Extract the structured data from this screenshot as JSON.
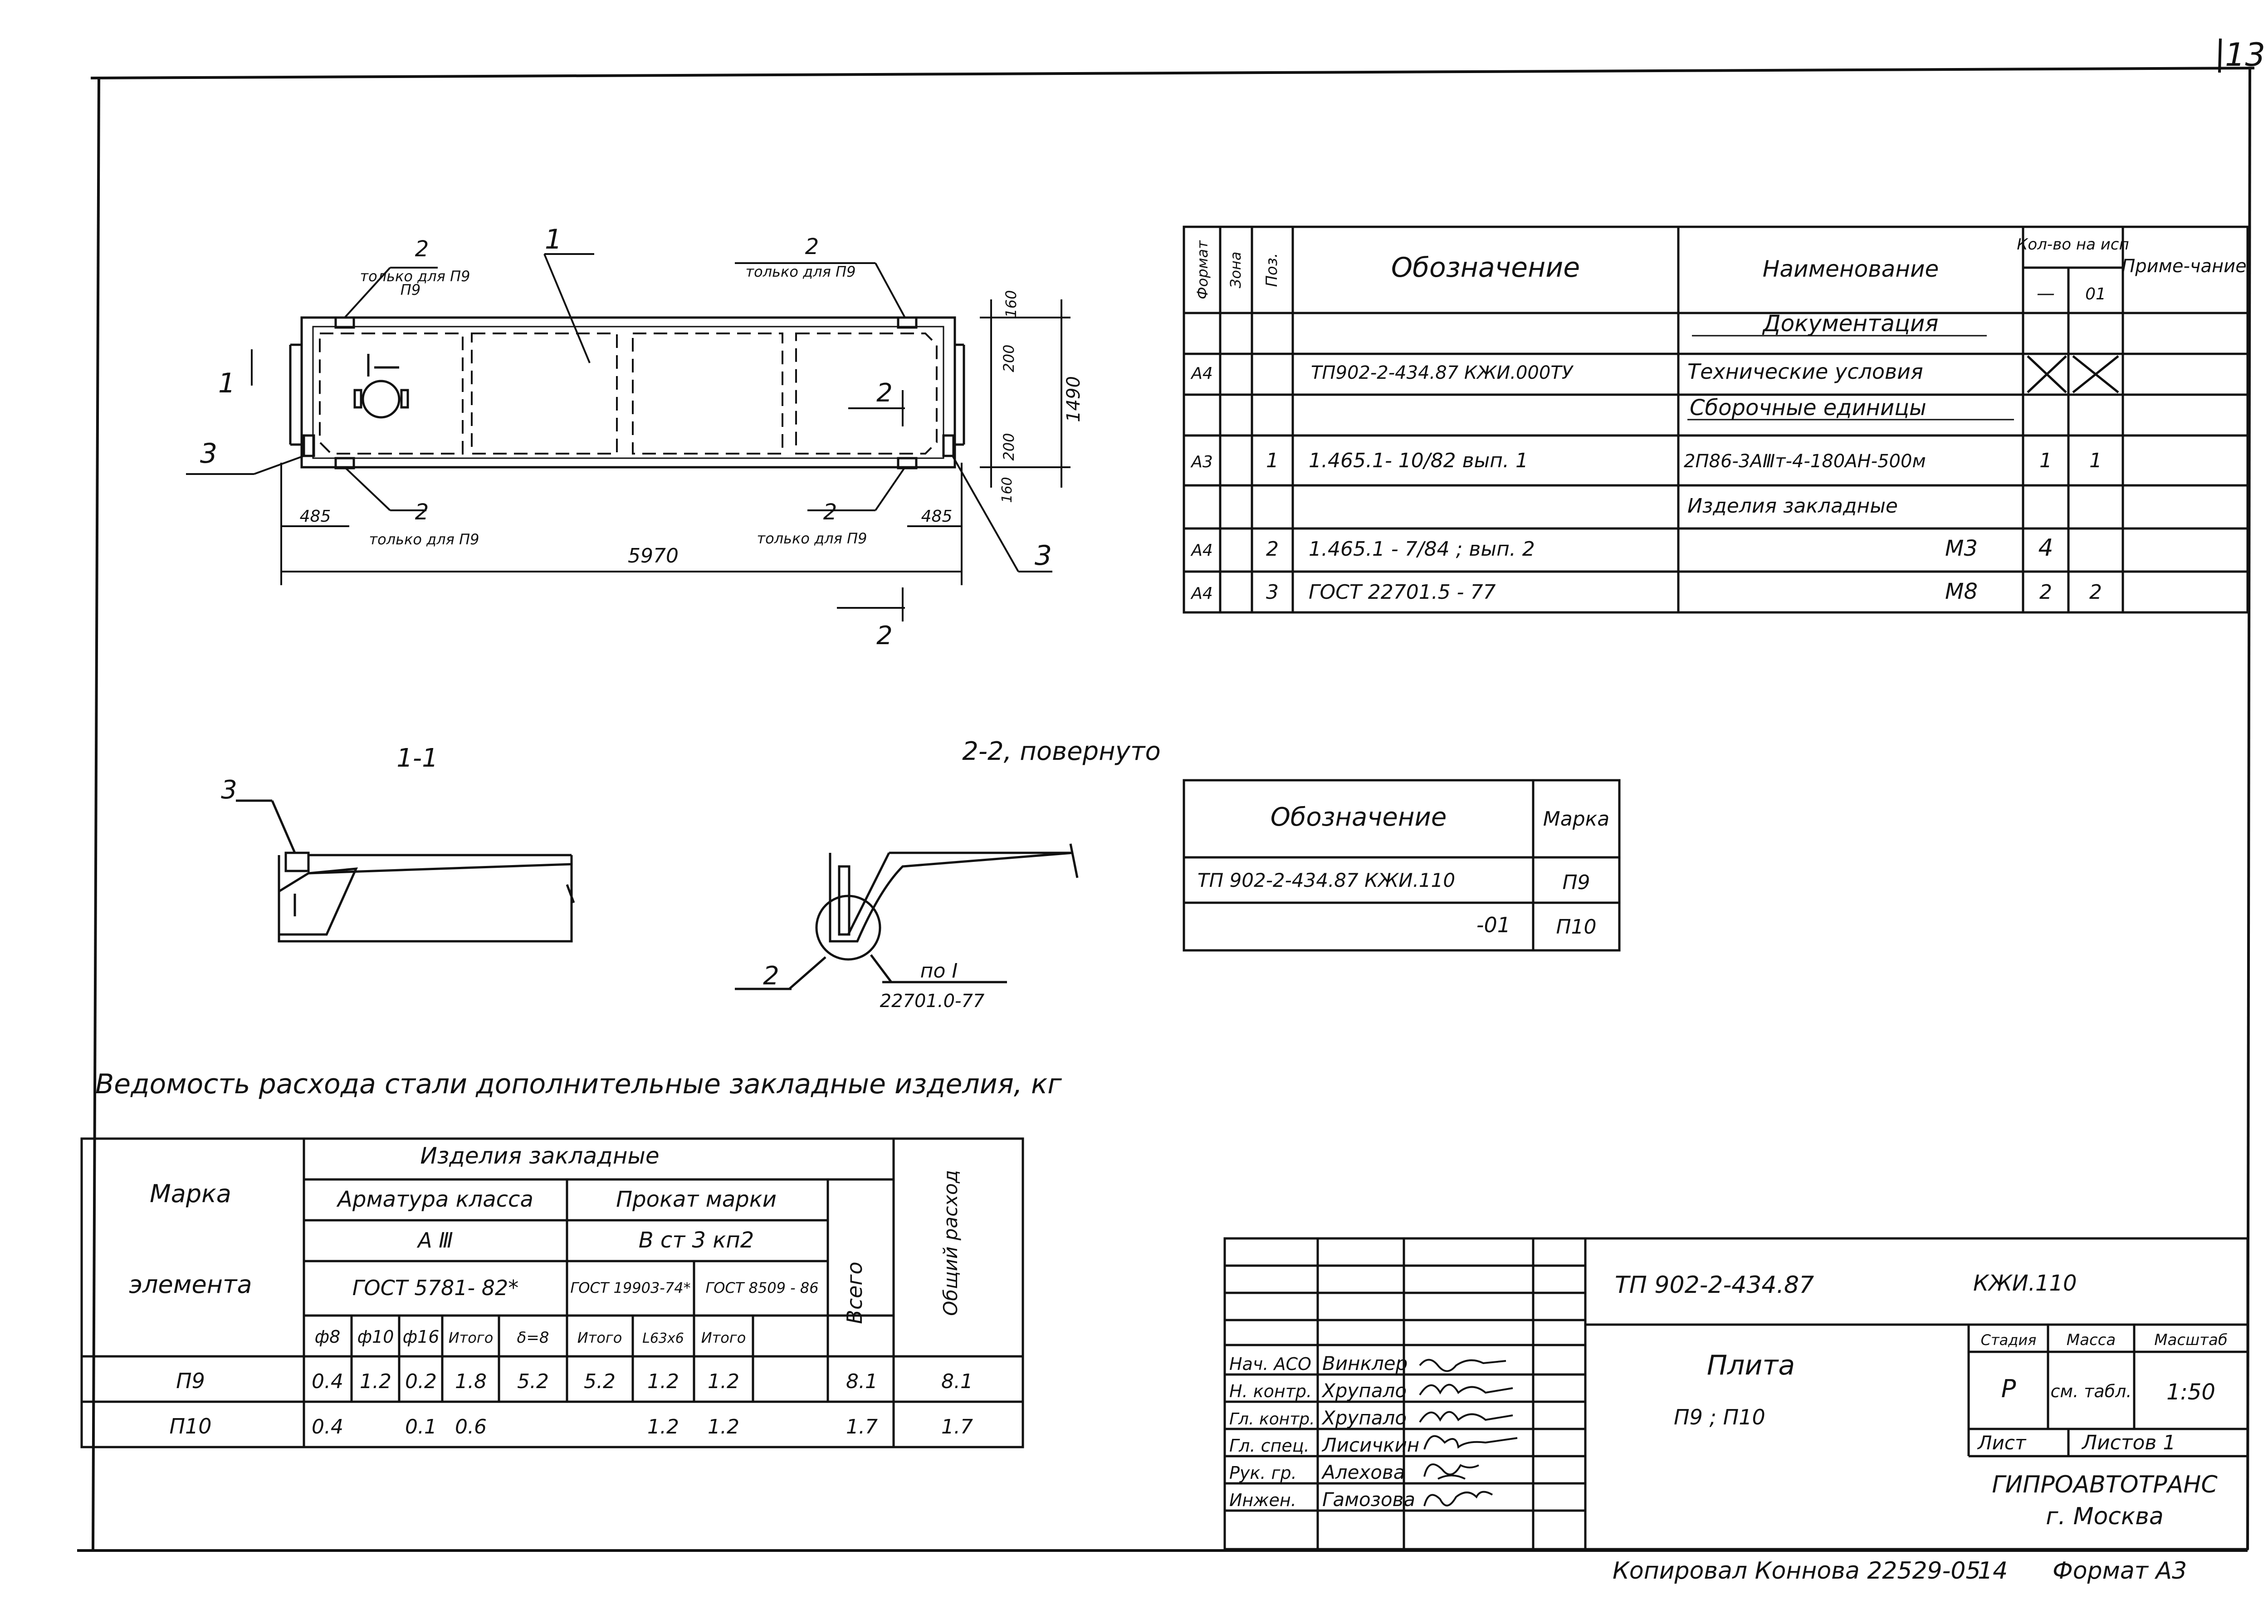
{
  "sheet_number": "13",
  "plan": {
    "mark_1": "1",
    "mark_2": "2",
    "only_p9": "только для П9",
    "only_p9_short": "только для\nП9",
    "only_p9_top_right": "только для П9",
    "only_p9_bottom_left": "только для П9",
    "only_p9_bottom_right": "только для П9",
    "dim_485": "485",
    "dim_5970": "5970",
    "dim_1490": "1490",
    "dim_200": "200",
    "dim_160": "160",
    "dim_section_1": "1",
    "dim_section_2": "2",
    "mark_3": "3"
  },
  "spec_table": {
    "headers": {
      "format": "Формат",
      "zone": "Зона",
      "pos": "Поз.",
      "designation": "Обозначение",
      "name": "Наименование",
      "qty": "Кол-во на исп",
      "qty_dash": "—",
      "qty_01": "01",
      "note": "Приме-чание"
    },
    "rows": [
      {
        "format": "",
        "pos": "",
        "designation": "",
        "name": "Документация",
        "q1": "",
        "q2": ""
      },
      {
        "format": "А4",
        "pos": "",
        "designation": "ТП902-2-434.87      КЖИ.000ТУ",
        "name": "Технические условия",
        "q1": "",
        "q2": ""
      },
      {
        "format": "",
        "pos": "",
        "designation": "",
        "name": "Сборочные единицы",
        "q1": "",
        "q2": ""
      },
      {
        "format": "А3",
        "pos": "1",
        "designation": "1.465.1- 10/82      вып. 1",
        "name": "2П86-3АⅢт-4-180АН-500м",
        "q1": "1",
        "q2": "1"
      },
      {
        "format": "",
        "pos": "",
        "designation": "",
        "name": "Изделия закладные",
        "q1": "",
        "q2": ""
      },
      {
        "format": "А4",
        "pos": "2",
        "designation": "1.465.1 - 7/84 ; вып. 2",
        "name": "М3",
        "q1": "4",
        "q2": ""
      },
      {
        "format": "А4",
        "pos": "3",
        "designation": "ГОСТ 22701.5 - 77",
        "name": "М8",
        "q1": "2",
        "q2": "2"
      }
    ]
  },
  "sections": {
    "s11_title": "1-1",
    "s22_title": "2-2, повернуто",
    "s11_mark": "3",
    "s22_mark": "2",
    "s22_ref_top": "по I",
    "s22_ref_bottom": "22701.0-77"
  },
  "mark_table": {
    "h_designation": "Обозначение",
    "h_mark": "Марка",
    "rows": [
      {
        "designation": "ТП 902-2-434.87   КЖИ.110",
        "mark": "П9"
      },
      {
        "designation": "-01",
        "mark": "П10"
      }
    ]
  },
  "steel": {
    "title": "Ведомость расхода стали дополнительные закладные изделия, кг",
    "h_mark": "Марка",
    "h_element": "элемента",
    "h_embedded": "Изделия закладные",
    "h_rebar": "Арматура класса",
    "h_rebar_class": "А Ⅲ",
    "h_rebar_gost": "ГОСТ 5781- 82*",
    "h_rolled": "Прокат марки",
    "h_rolled_grade": "В ст 3 кп2",
    "h_gost1": "ГОСТ 19903-74*",
    "h_gost2": "ГОСТ 8509 - 86",
    "h_total": "Всего",
    "h_overall": "Общий расход",
    "sub": [
      "ф8",
      "ф10",
      "ф16",
      "Итого",
      "δ=8",
      "Итого",
      "L63х6",
      "Итого"
    ],
    "rows": [
      {
        "mark": "П9",
        "v": [
          "0.4",
          "1.2",
          "0.2",
          "1.8",
          "5.2",
          "5.2",
          "1.2",
          "1.2",
          "8.1"
        ],
        "overall": "8.1"
      },
      {
        "mark": "П10",
        "v": [
          "0.4",
          "",
          "0.1",
          "0.6",
          "",
          "",
          "1.2",
          "1.2",
          "1.7"
        ],
        "overall": "1.7"
      }
    ]
  },
  "title_block": {
    "code": "ТП 902-2-434.87",
    "code2": "КЖИ.110",
    "name": "Плита",
    "subname": "П9 ;       П10",
    "stage_h": "Стадия",
    "mass_h": "Масса",
    "scale_h": "Масштаб",
    "stage": "Р",
    "mass": "см. табл.",
    "scale": "1:50",
    "sheet_h": "Лист",
    "sheets_h": "Листов 1",
    "org": "ГИПРОАВТОТРАНС",
    "city": "г. Москва",
    "people": [
      {
        "role": "Нач. АСО",
        "name": "Винклер"
      },
      {
        "role": "Н. контр.",
        "name": "Хрупало"
      },
      {
        "role": "Гл. контр.",
        "name": "Хрупало"
      },
      {
        "role": "Гл. спец.",
        "name": "Лисичкин"
      },
      {
        "role": "Рук. гр.",
        "name": "Алехова"
      },
      {
        "role": "Инжен.",
        "name": "Гамозова"
      }
    ]
  },
  "footer": {
    "copied": "Копировал Коннова 22529-05",
    "page": "14",
    "format": "Формат А3"
  }
}
